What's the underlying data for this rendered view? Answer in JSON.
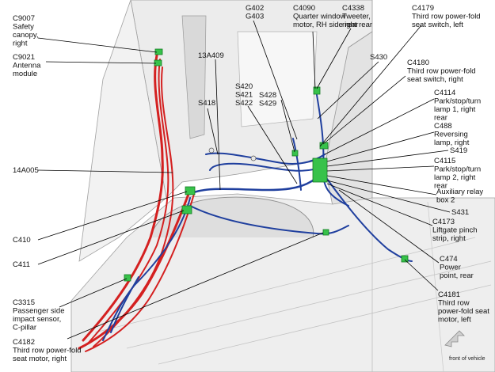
{
  "title": "",
  "labels": [
    {
      "key": "c9007",
      "lines": [
        "C9007",
        "Safety",
        "canopy,",
        "right"
      ]
    },
    {
      "key": "c9021",
      "lines": [
        "C9021",
        "Antenna",
        "module"
      ]
    },
    {
      "key": "14a005",
      "lines": [
        "14A005"
      ]
    },
    {
      "key": "c410",
      "lines": [
        "C410"
      ]
    },
    {
      "key": "c411",
      "lines": [
        "C411"
      ]
    },
    {
      "key": "c3315",
      "lines": [
        "C3315",
        "Passenger side",
        "impact sensor,",
        "C-pillar"
      ]
    },
    {
      "key": "c4182",
      "lines": [
        "C4182",
        "Third row power-fold",
        "seat motor, right"
      ]
    },
    {
      "key": "13a409",
      "lines": [
        "13A409"
      ]
    },
    {
      "key": "s418",
      "lines": [
        "S418"
      ]
    },
    {
      "key": "g402",
      "lines": [
        "G402",
        "G403"
      ]
    },
    {
      "key": "s420",
      "lines": [
        "S420",
        "S421",
        "S422"
      ]
    },
    {
      "key": "s428",
      "lines": [
        "S428",
        "S429"
      ]
    },
    {
      "key": "c4090",
      "lines": [
        "C4090",
        "Quarter window",
        "motor, RH side rear"
      ]
    },
    {
      "key": "c4338",
      "lines": [
        "C4338",
        "Tweeter,",
        "right rear"
      ]
    },
    {
      "key": "s430",
      "lines": [
        "S430"
      ]
    },
    {
      "key": "c4179",
      "lines": [
        "C4179",
        "Third row power-fold",
        "seat switch, left"
      ]
    },
    {
      "key": "c4180",
      "lines": [
        "C4180",
        "Third row power-fold",
        "seat switch, right"
      ]
    },
    {
      "key": "c4114",
      "lines": [
        "C4114",
        "Park/stop/turn",
        "lamp 1, right",
        "rear"
      ]
    },
    {
      "key": "c488",
      "lines": [
        "C488",
        "Reversing",
        "lamp, right"
      ]
    },
    {
      "key": "s419",
      "lines": [
        "S419"
      ]
    },
    {
      "key": "c4115",
      "lines": [
        "C4115",
        "Park/stop/turn",
        "lamp 2, right",
        "rear"
      ]
    },
    {
      "key": "aux",
      "lines": [
        "Auxiliary relay",
        "box 2"
      ]
    },
    {
      "key": "s431",
      "lines": [
        "S431"
      ]
    },
    {
      "key": "c4173",
      "lines": [
        "C4173",
        "Liftgate pinch",
        "strip, right"
      ]
    },
    {
      "key": "c474",
      "lines": [
        "C474",
        "Power",
        "point, rear"
      ]
    },
    {
      "key": "c4181",
      "lines": [
        "C4181",
        "Third row",
        "power-fold seat",
        "motor, left"
      ]
    }
  ],
  "front_of_vehicle": "front of vehicle",
  "colors": {
    "harness_red": "#d42020",
    "harness_blue": "#1f3f9e",
    "connector": "#37c24a",
    "panel": "#e8e8e8"
  }
}
